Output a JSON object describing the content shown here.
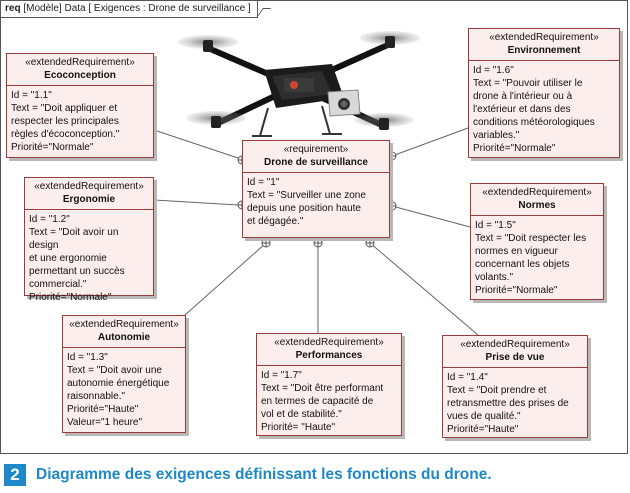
{
  "frame": {
    "keyword": "req",
    "label": "[Modèle] Data [ Exigences : Drone de surveillance ]"
  },
  "requirements": {
    "main": {
      "stereotype": "«requirement»",
      "name": "Drone de surveillance",
      "lines": [
        "Id = \"1\"",
        "Text = \"Surveiller une zone",
        "depuis une position haute",
        "et dégagée.\""
      ]
    },
    "ecoconception": {
      "stereotype": "«extendedRequirement»",
      "name": "Ecoconception",
      "lines": [
        "Id = \"1.1\"",
        "Text = \"Doit appliquer et",
        "respecter les principales",
        "règles d'écoconception.\"",
        "Priorité=\"Normale\""
      ]
    },
    "ergonomie": {
      "stereotype": "«extendedRequirement»",
      "name": "Ergonomie",
      "lines": [
        "Id = \"1.2\"",
        "Text = \"Doit avoir un design",
        "et une ergonomie",
        "permettant un succès",
        "commercial.\"",
        "Priorité=\"Normale\""
      ]
    },
    "autonomie": {
      "stereotype": "«extendedRequirement»",
      "name": "Autonomie",
      "lines": [
        "Id = \"1.3\"",
        "Text = \"Doit avoir une",
        "autonomie énergétique",
        "raisonnable.\"",
        "Priorité=\"Haute\"",
        "Valeur=\"1 heure\""
      ]
    },
    "performances": {
      "stereotype": "«extendedRequirement»",
      "name": "Performances",
      "lines": [
        "Id = \"1.7\"",
        "Text = \"Doit être performant",
        "en termes de capacité de",
        "vol et de stabilité.\"",
        "Priorité= \"Haute\""
      ]
    },
    "prise_de_vue": {
      "stereotype": "«extendedRequirement»",
      "name": "Prise de vue",
      "lines": [
        "Id = \"1.4\"",
        "Text = \"Doit prendre et",
        "retransmettre des prises de",
        "vues de qualité.\"",
        "Priorité=\"Haute\""
      ]
    },
    "normes": {
      "stereotype": "«extendedRequirement»",
      "name": "Normes",
      "lines": [
        "Id = \"1.5\"",
        "Text = \"Doit respecter les",
        "normes en vigueur",
        "concernant les objets",
        "volants.\"",
        "Priorité=\"Normale\""
      ]
    },
    "environnement": {
      "stereotype": "«extendedRequirement»",
      "name": "Environnement",
      "lines": [
        "Id = \"1.6\"",
        "Text = \"Pouvoir utiliser le",
        "drone à l'intérieur ou à",
        "l'extérieur et dans des",
        "conditions météorologiques",
        "variables.\"",
        "Priorité=\"Normale\""
      ]
    }
  },
  "caption": {
    "number": "2",
    "text": "Diagramme des exigences définissant les fonctions du drone."
  },
  "colors": {
    "box_fill": "#fdeeee",
    "box_border": "#9b3b3b",
    "caption_blue": "#1e88c8"
  }
}
